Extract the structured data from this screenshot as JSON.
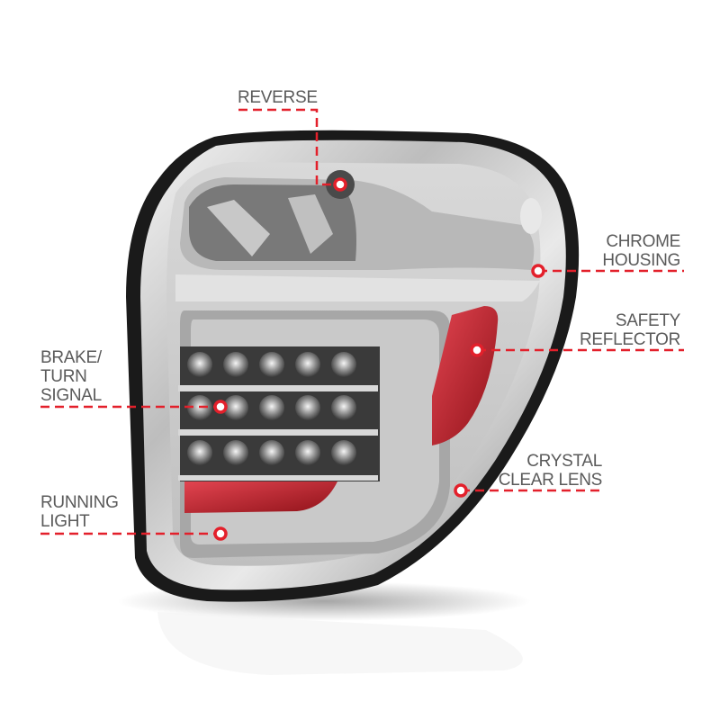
{
  "image": {
    "subject": "LED tail light assembly, chrome housing with clear lens",
    "background": "#ffffff",
    "accent_color": "#e3202b",
    "label_color": "#5a5a5a"
  },
  "callouts": [
    {
      "id": "reverse",
      "lines": [
        "REVERSE"
      ],
      "align": "left",
      "dot": [
        378,
        205
      ]
    },
    {
      "id": "chrome-housing",
      "lines": [
        "CHROME",
        "HOUSING"
      ],
      "align": "right",
      "dot": [
        598,
        301
      ]
    },
    {
      "id": "safety-reflector",
      "lines": [
        "SAFETY",
        "REFLECTOR"
      ],
      "align": "right",
      "dot": [
        530,
        389
      ]
    },
    {
      "id": "brake-turn-signal",
      "lines": [
        "BRAKE/",
        "TURN",
        "SIGNAL"
      ],
      "align": "left",
      "dot": [
        245,
        452
      ]
    },
    {
      "id": "crystal-clear-lens",
      "lines": [
        "CRYSTAL",
        "CLEAR LENS"
      ],
      "align": "right",
      "dot": [
        512,
        545
      ]
    },
    {
      "id": "running-light",
      "lines": [
        "RUNNING",
        "LIGHT"
      ],
      "align": "left",
      "dot": [
        245,
        593
      ]
    }
  ]
}
